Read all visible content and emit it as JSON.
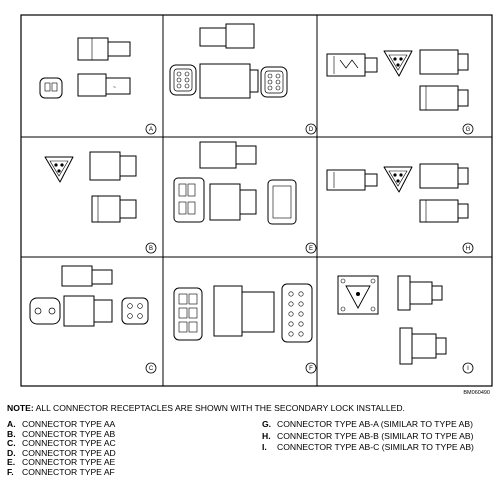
{
  "diagram": {
    "cells": [
      {
        "letter": "A"
      },
      {
        "letter": "D"
      },
      {
        "letter": "G"
      },
      {
        "letter": "B"
      },
      {
        "letter": "E"
      },
      {
        "letter": "H"
      },
      {
        "letter": "C"
      },
      {
        "letter": "F"
      },
      {
        "letter": "I"
      }
    ],
    "code": "BM060490"
  },
  "note": {
    "label": "NOTE:",
    "text": "ALL CONNECTOR RECEPTACLES ARE SHOWN WITH THE SECONDARY LOCK INSTALLED."
  },
  "legend_left": [
    {
      "key": "A.",
      "text": "CONNECTOR TYPE AA"
    },
    {
      "key": "B.",
      "text": "CONNECTOR TYPE AB"
    },
    {
      "key": "C.",
      "text": "CONNECTOR TYPE AC"
    },
    {
      "key": "D.",
      "text": "CONNECTOR TYPE AD"
    },
    {
      "key": "E.",
      "text": "CONNECTOR TYPE AE"
    },
    {
      "key": "F.",
      "text": "CONNECTOR TYPE AF"
    }
  ],
  "legend_right": [
    {
      "key": "G.",
      "text": "CONNECTOR TYPE AB-A (SIMILAR TO TYPE AB)"
    },
    {
      "key": "H.",
      "text": "CONNECTOR TYPE AB-B (SIMILAR TO TYPE AB)"
    },
    {
      "key": "I.",
      "text": "CONNECTOR TYPE AB-C (SIMILAR TO TYPE AB)"
    }
  ]
}
